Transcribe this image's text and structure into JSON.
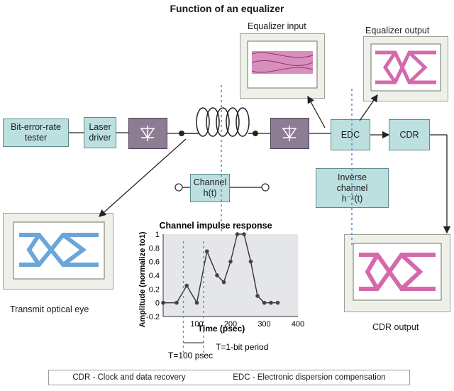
{
  "title": "Function of an equalizer",
  "blocks": {
    "bert": "Bit-error-rate tester",
    "laser": "Laser driver",
    "edc": "EDC",
    "cdr": "CDR",
    "channel": "Channel h(t)",
    "inverse_channel": "Inverse channel h⁻¹(t)"
  },
  "screenshots": {
    "equalizer_input": "Equalizer input",
    "equalizer_output": "Equalizer output",
    "transmit_eye": "Transmit optical eye",
    "cdr_output": "CDR output"
  },
  "annotations": {
    "t_period": "T=100 psec",
    "bit_period": "T=1-bit period"
  },
  "legend": {
    "cdr": "CDR - Clock and data recovery",
    "edc": "EDC - Electronic dispersion compensation"
  },
  "colors": {
    "block_fill": "#bcdfe0",
    "detector_fill": "#8d7d93",
    "eye_blue": "#5b9bd5",
    "eye_magenta": "#cc4f9c",
    "dashed_line": "#5d8fc9"
  },
  "chart_data": {
    "type": "line",
    "title": "Channel impulse response",
    "xlabel": "Time (psec)",
    "ylabel": "Amplitude (normalize to1)",
    "xlim": [
      0,
      400
    ],
    "ylim": [
      -0.2,
      1.0
    ],
    "xticks": [
      100,
      200,
      300,
      400
    ],
    "yticks": [
      -0.2,
      0,
      0.2,
      0.4,
      0.6,
      0.8,
      1
    ],
    "xtick_labels": [
      "100",
      "200",
      "300",
      "400"
    ],
    "ytick_labels": [
      "-0.2",
      "0",
      "0.2",
      "0.4",
      "0.6",
      "0.8",
      "1"
    ],
    "x": [
      0,
      40,
      70,
      100,
      130,
      160,
      180,
      200,
      220,
      240,
      260,
      280,
      300,
      320,
      340
    ],
    "y": [
      0,
      0,
      0.25,
      0,
      0.75,
      0.4,
      0.3,
      0.6,
      1.0,
      1.0,
      0.6,
      0.1,
      0,
      0,
      0
    ]
  }
}
